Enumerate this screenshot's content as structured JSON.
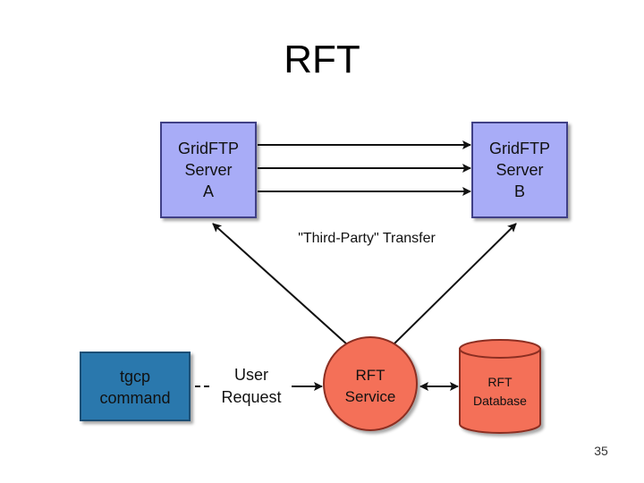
{
  "slide": {
    "title": "RFT",
    "page_number": "35"
  },
  "diagram": {
    "server_a": {
      "lines": [
        "GridFTP",
        "Server",
        "A"
      ]
    },
    "server_b": {
      "lines": [
        "GridFTP",
        "Server",
        "B"
      ]
    },
    "transfer_label": "\"Third-Party\" Transfer",
    "tgcp": {
      "lines": [
        "tgcp",
        "command"
      ]
    },
    "user_request": {
      "lines": [
        "User",
        "Request"
      ]
    },
    "rft_service": {
      "lines": [
        "RFT",
        "Service"
      ]
    },
    "rft_database": {
      "lines": [
        "RFT",
        "Database"
      ]
    }
  },
  "colors": {
    "server_fill": "#a8acf7",
    "server_stroke": "#3f3f86",
    "tgcp_fill": "#2b78ad",
    "tgcp_stroke": "#1a4f74",
    "rft_fill": "#f47058",
    "rft_stroke": "#8c2f20",
    "arrow": "#111111"
  }
}
